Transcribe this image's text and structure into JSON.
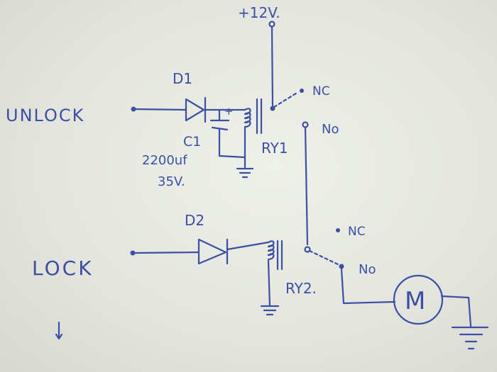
{
  "labels": {
    "supply": "+12V.",
    "unlock": "UNLOCK",
    "lock": "LOCK",
    "d1": "D1",
    "d2": "D2",
    "c1": "C1",
    "plus": "+",
    "cap_value": "2200uf",
    "cap_voltage": "35V.",
    "ry1": "RY1",
    "ry2": "RY2.",
    "nc1": "NC",
    "no1": "No",
    "nc2": "NC",
    "no2": "No",
    "motor": "M"
  },
  "ink_color": "#3c4fa0"
}
